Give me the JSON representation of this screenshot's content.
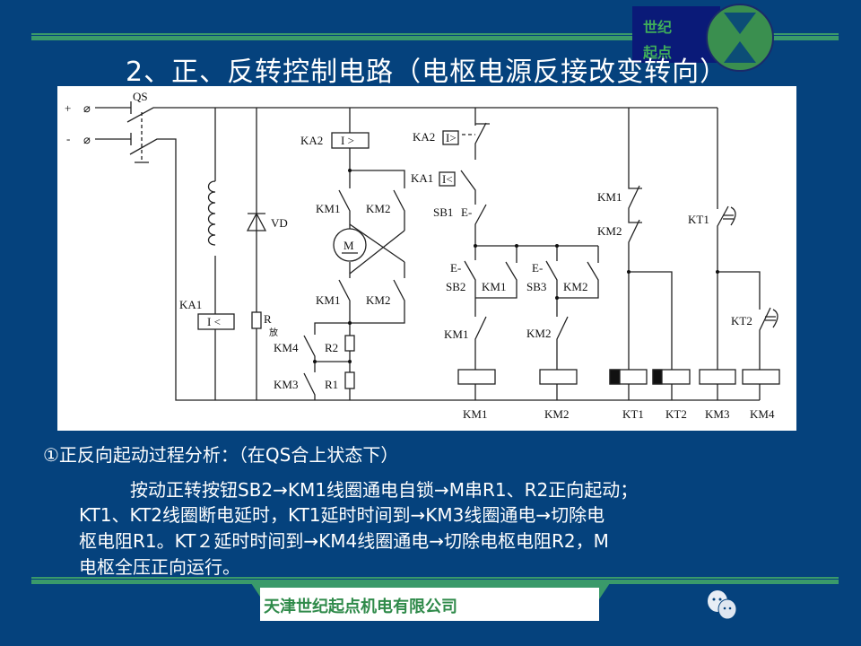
{
  "slide": {
    "title": "2、正、反转控制电路（电枢电源反接改变转向）",
    "logo_text": "世纪起点",
    "company": "天津世纪起点机电有限公司",
    "body": {
      "heading": "①正反向起动过程分析：（在QS合上状态下）",
      "lines": [
        "按动正转按钮SB2→KM1线圈通电自锁→M串R1、R2正向起动；",
        "KT1、KT2线圈断电延时，KT1延时时间到→KM3线圈通电→切除电",
        "枢电阻R1。KT２延时时间到→KM4线圈通电→切除电枢电阻R2，M",
        "电枢全压正向运行。"
      ]
    }
  },
  "colors": {
    "background": "#05427d",
    "accent_green": "#3a9a6a",
    "logo_navy": "#0a1a78"
  },
  "circuit": {
    "plus": "+",
    "minus": "-",
    "terminal": "⌀",
    "qs": "QS",
    "vd": "VD",
    "r": "R",
    "r_sub": "放",
    "m": "M",
    "ka1": "KA1",
    "ka1_box": "I <",
    "ka2": "KA2",
    "ka2_box": "I >",
    "km1": "KM1",
    "km2": "KM2",
    "km3": "KM3",
    "km4": "KM4",
    "r1": "R1",
    "r2": "R2",
    "ka2_ctrl": "KA2",
    "ka2_ctrl_box": "I>",
    "ka1_ctrl": "KA1",
    "ka1_ctrl_box": "I<",
    "sb1": "SB1",
    "sb2": "SB2",
    "sb3": "SB3",
    "btn": "E-",
    "kt1": "KT1",
    "kt2": "KT2",
    "coils": [
      "KM1",
      "KM2",
      "KT1",
      "KT2",
      "KM3",
      "KM4"
    ]
  }
}
